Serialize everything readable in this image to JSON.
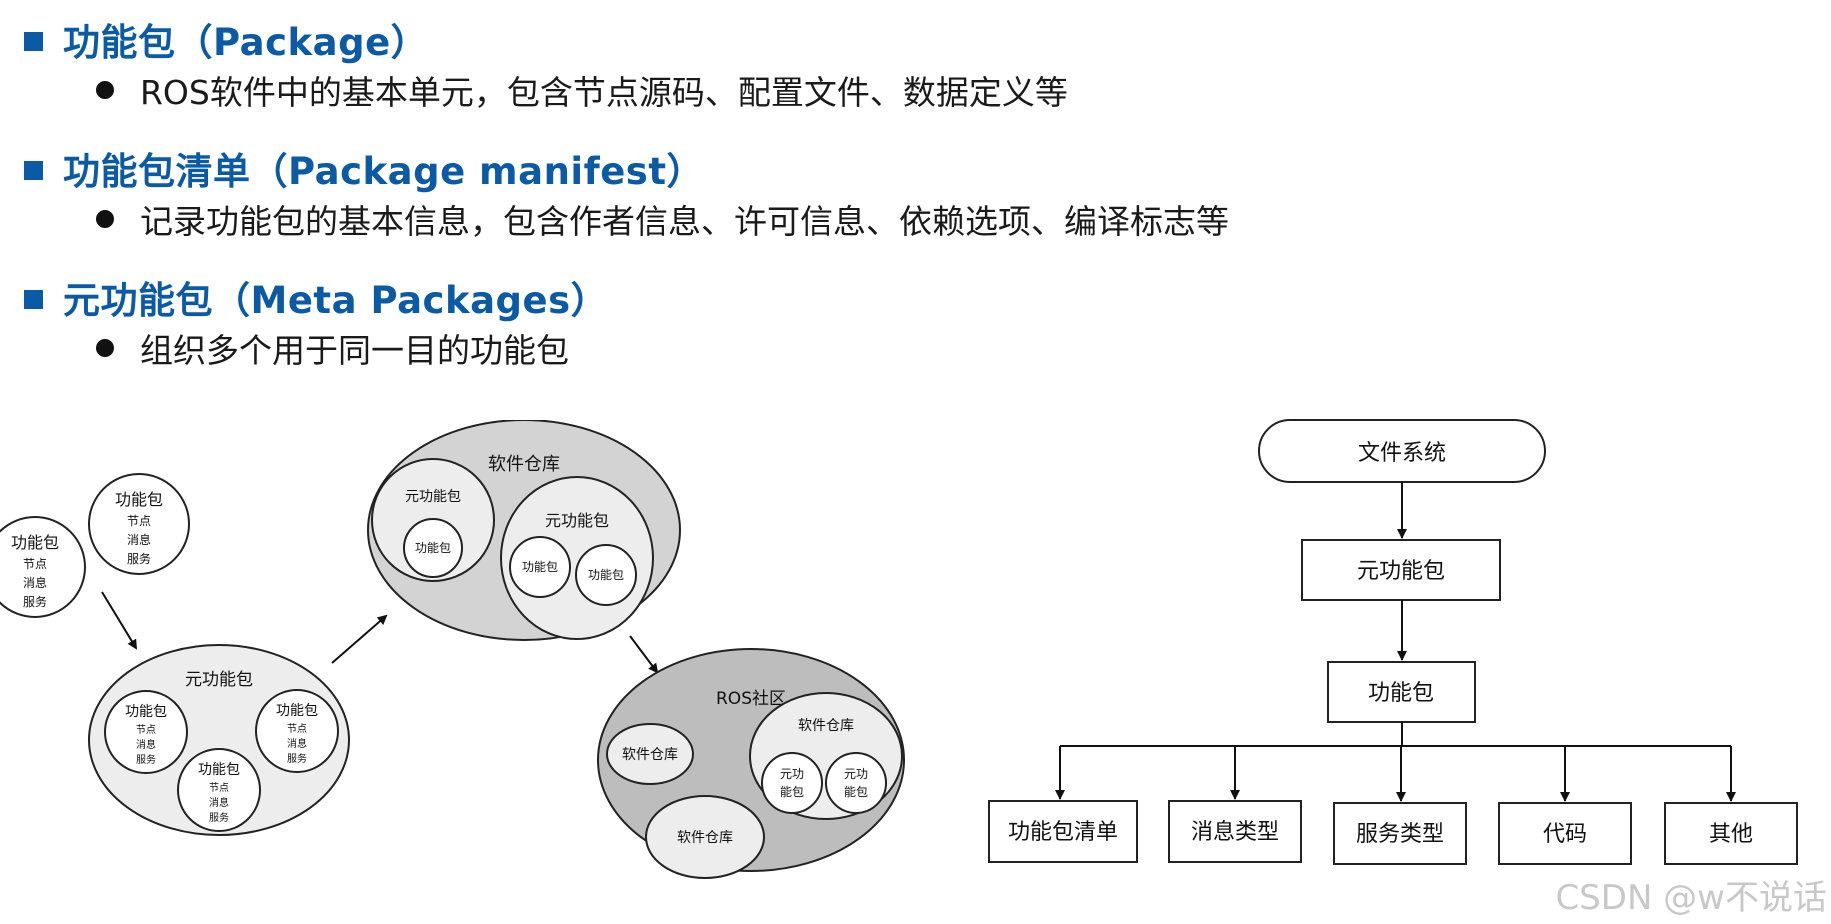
{
  "sections": [
    {
      "title": "功能包（Package）",
      "bullet": "ROS软件中的基本单元，包含节点源码、配置文件、数据定义等"
    },
    {
      "title": "功能包清单（Package manifest）",
      "bullet": "记录功能包的基本信息，包含作者信息、许可信息、依赖选项、编译标志等"
    },
    {
      "title": "元功能包（Meta Packages）",
      "bullet": "组织多个用于同一目的功能包"
    }
  ],
  "left_diagram": {
    "pkg_title": "功能包",
    "pkg_lines": [
      "节点",
      "消息",
      "服务"
    ],
    "meta_title": "元功能包",
    "repo_title": "软件仓库",
    "inner_meta": "元功能包",
    "inner_pkg": "功能包",
    "community_title": "ROS社区",
    "inner_repo": "软件仓库",
    "meta_abbrev_1": "元功",
    "meta_abbrev_2": "能包"
  },
  "right_diagram": {
    "root": "文件系统",
    "level1": "元功能包",
    "level2": "功能包",
    "leaves": [
      "功能包清单",
      "消息类型",
      "服务类型",
      "代码",
      "其他"
    ]
  },
  "watermark": "CSDN @w不说话",
  "colors": {
    "title_blue": "#0b5aa5",
    "repo_fill": "#d3d3d3",
    "community_fill": "#bdbdbd",
    "meta_fill": "#ededed"
  }
}
